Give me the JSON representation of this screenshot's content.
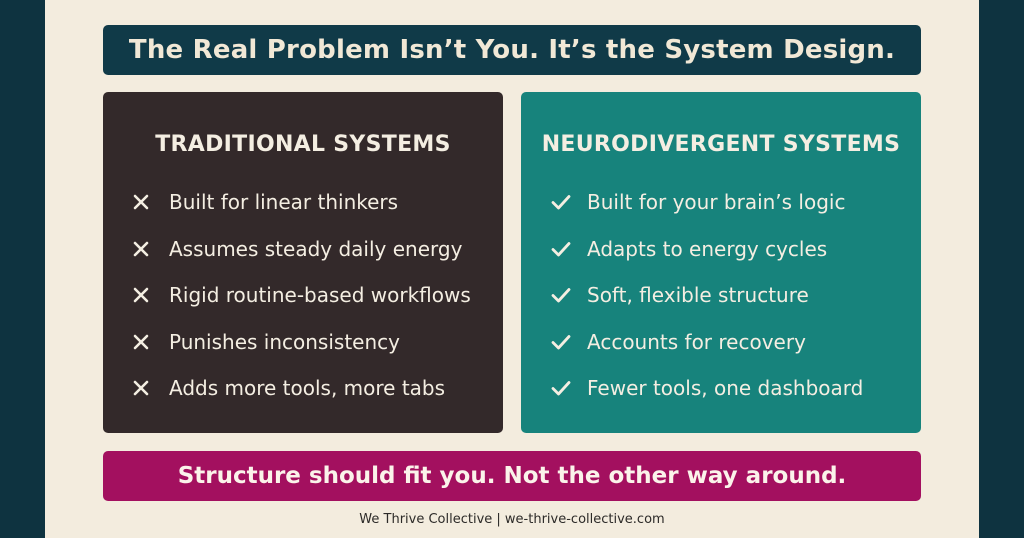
{
  "title": "The Real Problem Isn’t You. It’s the System Design.",
  "left_panel": {
    "heading": "TRADITIONAL SYSTEMS",
    "icon": "cross-icon",
    "items": [
      "Built for linear thinkers",
      "Assumes steady daily energy",
      "Rigid routine-based workflows",
      "Punishes inconsistency",
      "Adds more tools, more tabs"
    ]
  },
  "right_panel": {
    "heading": "NEURODIVERGENT SYSTEMS",
    "icon": "check-icon",
    "items": [
      "Built for your brain’s logic",
      "Adapts to energy cycles",
      "Soft, flexible structure",
      "Accounts for recovery",
      "Fewer tools, one dashboard"
    ]
  },
  "banner": "Structure should fit you. Not the other way around.",
  "footer": "We Thrive Collective | we-thrive-collective.com",
  "colors": {
    "outer_bg": "#0e3340",
    "canvas_bg": "#f3ecde",
    "title_bg": "#103a48",
    "left_panel_bg": "#33292a",
    "right_panel_bg": "#17837c",
    "banner_bg": "#a3105f"
  }
}
